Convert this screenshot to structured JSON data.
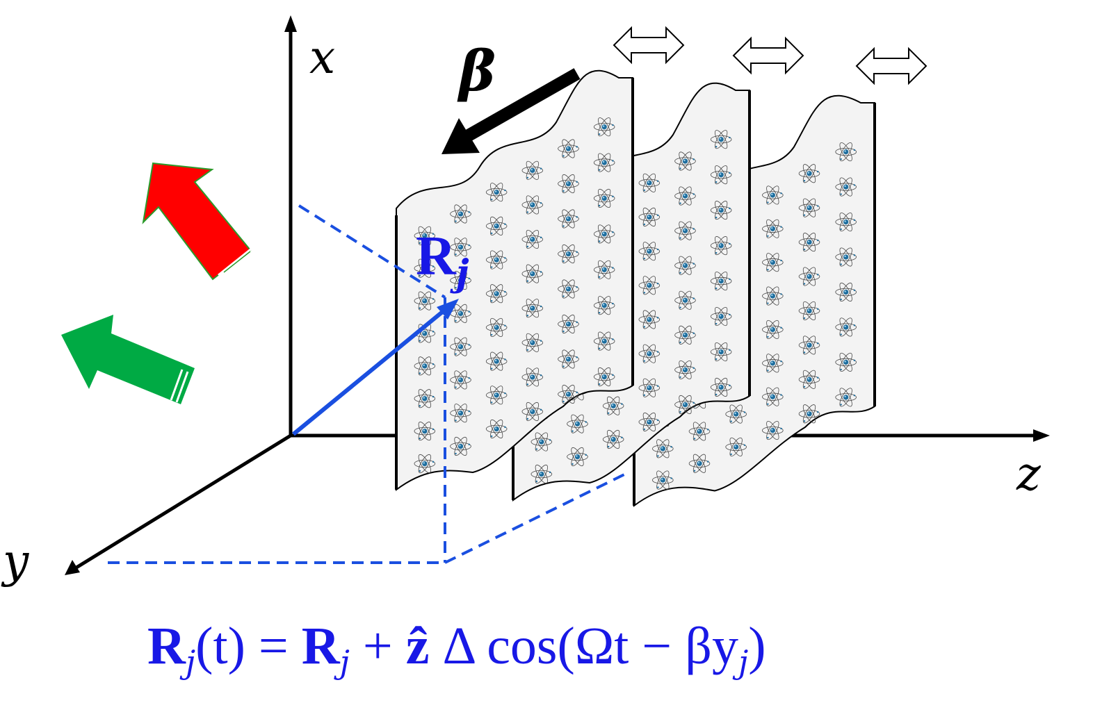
{
  "axes": {
    "x_label": "x",
    "y_label": "y",
    "z_label": "z"
  },
  "beta_label": "β",
  "position_label": {
    "main": "R",
    "sub": "j"
  },
  "equation": {
    "lhs_R": "R",
    "lhs_sub": "j",
    "lhs_arg": "(t) = ",
    "rhs_R": "R",
    "rhs_sub": "j",
    "plus": " + ",
    "zhat": "ẑ",
    "delta": " Δ",
    "cos_text": " cos(Ωt − βy",
    "cos_sub": "j",
    "close": ")"
  },
  "colors": {
    "vector_blue": "#1a4fe0",
    "label_blue": "#1818e6",
    "red_arrow": "#ff0000",
    "green_arrow": "#00aa44",
    "sheet_fill": "#f3f3f3",
    "atom_nucleus": "#1f6e9e"
  },
  "icons": {
    "atom": "atom-icon",
    "double_arrow": "double-headed-arrow-icon"
  }
}
